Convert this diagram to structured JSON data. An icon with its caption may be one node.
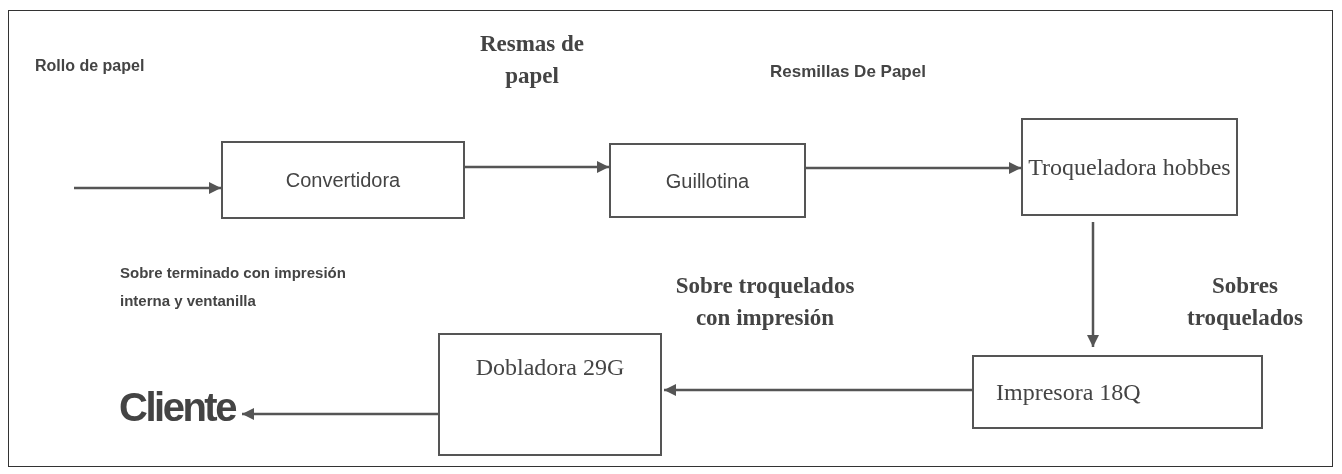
{
  "diagram": {
    "nodes": [
      {
        "text": [
          "Convertidora"
        ]
      },
      {
        "text": [
          "Guillotina"
        ]
      },
      {
        "text": [
          "Troqueladora hobbes"
        ]
      },
      {
        "text": [
          "Impresora 18Q"
        ]
      },
      {
        "text": [
          "Dobladora 29G"
        ]
      },
      {
        "text": [
          "Cliente"
        ]
      }
    ],
    "edges": [
      {
        "from": null,
        "to": 0,
        "arrow": "to"
      },
      {
        "from": 0,
        "to": 1,
        "arrow": "to"
      },
      {
        "from": 1,
        "to": 2,
        "arrow": "to"
      },
      {
        "from": 2,
        "to": 3,
        "arrow": "to"
      },
      {
        "from": 3,
        "to": 4,
        "arrow": "to"
      },
      {
        "from": 4,
        "to": 5,
        "arrow": "to"
      }
    ],
    "labels": [
      "Rollo de papel",
      "Resmas de papel",
      "Resmillas De Papel",
      "Sobre terminado con impresión interna y ventanilla",
      "Sobre troquelados con impresión",
      "Sobres troquelados"
    ]
  }
}
